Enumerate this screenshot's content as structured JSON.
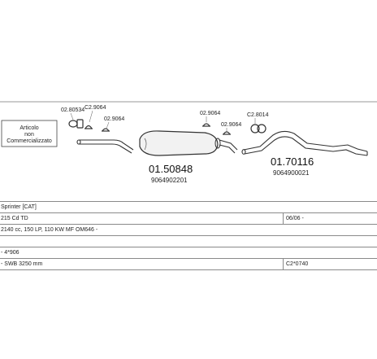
{
  "note": {
    "lines": [
      "Articolo",
      "non",
      "Commercializzato"
    ]
  },
  "parts": {
    "p1": "02.80534",
    "p2": "C2.9064",
    "p3": "02.9064",
    "p4": "02.9064",
    "p5": "02.9064",
    "p6": "C2.8014",
    "muffler1_code": "01.50848",
    "muffler1_ref": "9064902201",
    "muffler2_code": "01.70116",
    "muffler2_ref": "9064900021"
  },
  "info": {
    "r1": "Sprinter [CAT]",
    "r2_left": "215 Cd TD",
    "r2_right": "06/06 -",
    "r3": "2140 cc, 150 LP, 110 KW MF OM646 -",
    "r4": "- 4*906",
    "r5_left": "- SWB 3250 mm",
    "r5_right": "C2*0740"
  }
}
